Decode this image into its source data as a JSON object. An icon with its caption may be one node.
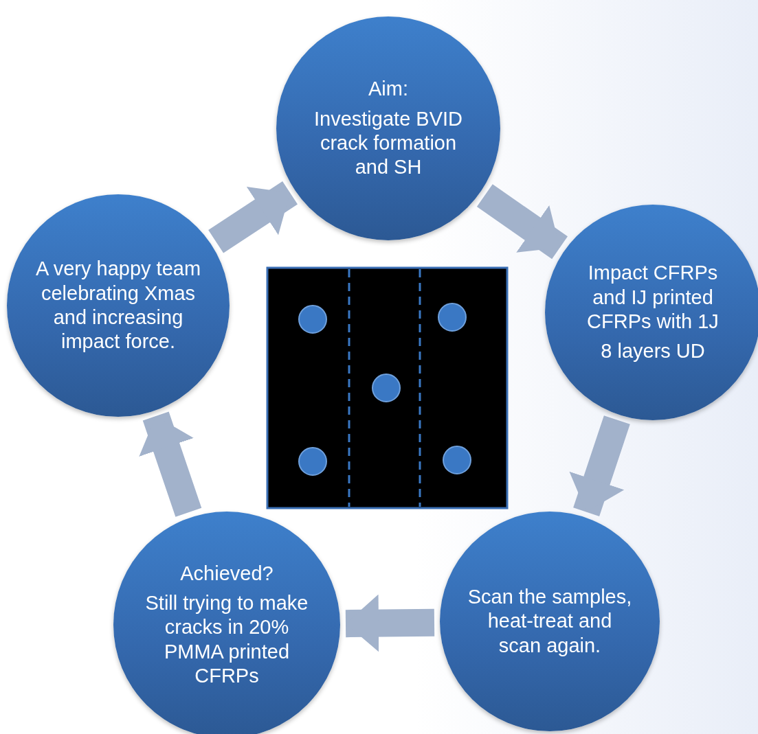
{
  "diagram": {
    "nodes": [
      {
        "text": [
          "Aim:",
          "Investigate BVID crack formation and SH"
        ]
      },
      {
        "text": [
          "Impact CFRPs and IJ printed CFRPs with 1J",
          "8 layers UD"
        ]
      },
      {
        "text": [
          "Scan the samples, heat-treat and scan again."
        ]
      },
      {
        "text": [
          "Achieved?",
          "Still trying to make cracks in 20% PMMA printed CFRPs"
        ]
      },
      {
        "text": [
          "A very happy team celebrating Xmas and increasing impact force."
        ]
      }
    ],
    "edges": [
      {
        "from": 0,
        "to": 1,
        "arrow": "to"
      },
      {
        "from": 1,
        "to": 2,
        "arrow": "to"
      },
      {
        "from": 2,
        "to": 3,
        "arrow": "to"
      },
      {
        "from": 3,
        "to": 4,
        "arrow": "to"
      },
      {
        "from": 4,
        "to": 0,
        "arrow": "to"
      }
    ]
  }
}
